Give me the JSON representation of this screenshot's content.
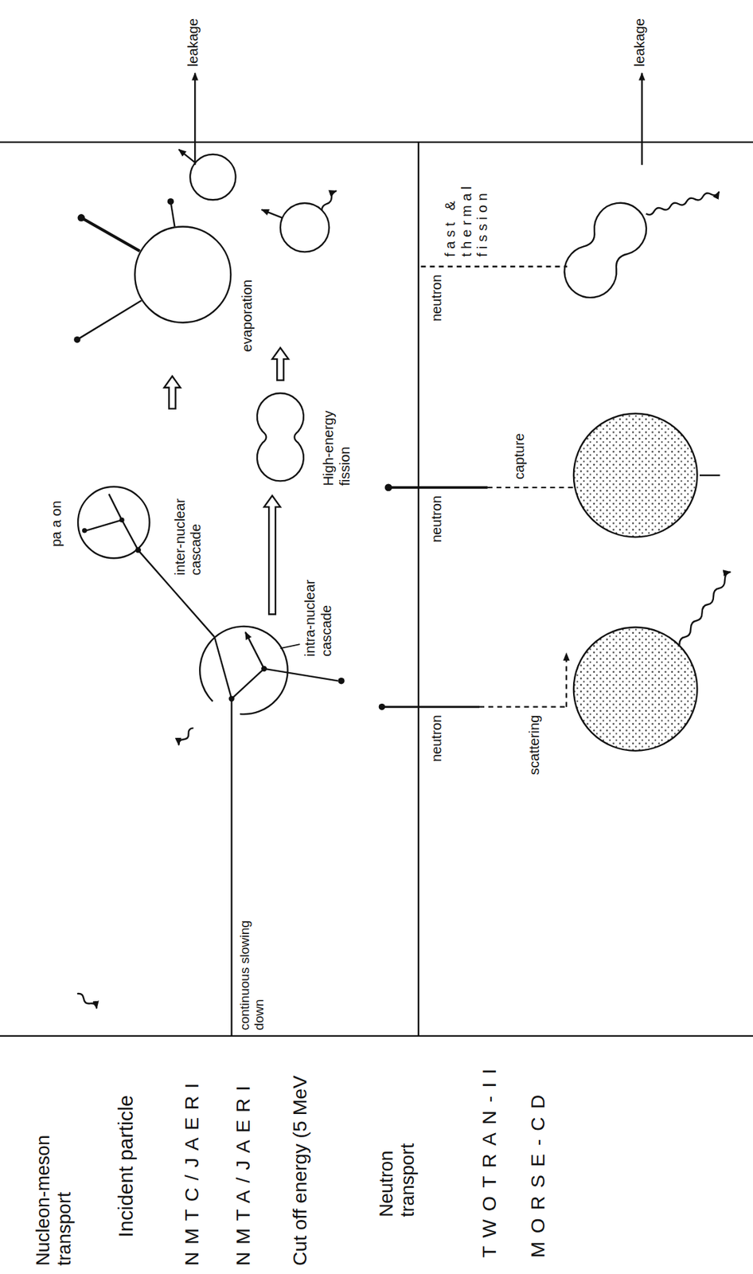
{
  "diagram": {
    "nodes": [
      {
        "text": [
          "intra-nuclear cascade"
        ]
      },
      {
        "text": [
          "pa a on"
        ]
      },
      {
        "text": [
          "High-energy fission"
        ]
      },
      {
        "text": [
          "evaporation"
        ]
      },
      {
        "text": [
          "scattering"
        ]
      },
      {
        "text": [
          "capture"
        ]
      },
      {
        "text": [
          "fast & thermal fission"
        ]
      }
    ],
    "edges": [
      {
        "from": 0,
        "to": 1,
        "label": "inter-nuclear cascade",
        "arrow": "none"
      }
    ],
    "labels": [
      "Nucleon-meson transport",
      "Incident particle",
      "NMTC/JAERI",
      "NMTA/JAERI",
      "Cut off energy (5 MeV",
      "Neutron transport",
      "TWOTRAN-II",
      "MORSE-CD",
      "continuous slowing down",
      "neutron",
      "neutron",
      "neutron",
      "leakage",
      "leakage"
    ]
  }
}
